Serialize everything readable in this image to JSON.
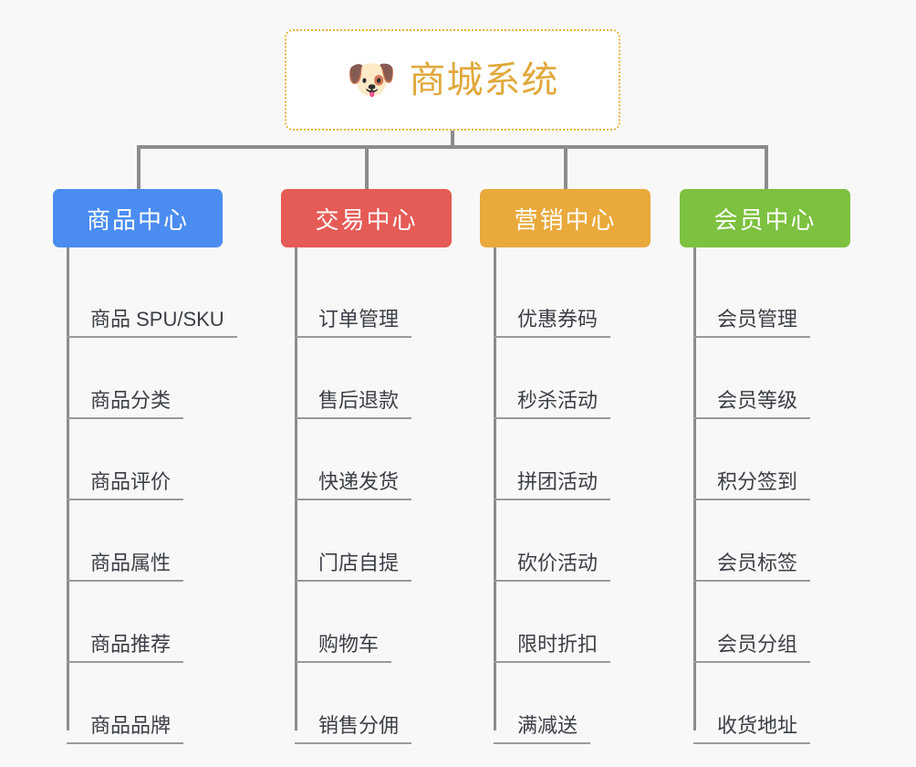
{
  "background_color": "#f8f8f8",
  "root": {
    "icon": "dog-face-emoji",
    "emoji": "🐶",
    "title": "商城系统",
    "border_color": "#e8b33c",
    "text_color": "#e0a93c"
  },
  "connector_color": "#8c8c8c",
  "branches": [
    {
      "label": "商品中心",
      "color": "#4a8cf0",
      "items": [
        "商品 SPU/SKU",
        "商品分类",
        "商品评价",
        "商品属性",
        "商品推荐",
        "商品品牌"
      ]
    },
    {
      "label": "交易中心",
      "color": "#e55b55",
      "items": [
        "订单管理",
        "售后退款",
        "快递发货",
        "门店自提",
        "购物车",
        "销售分佣"
      ]
    },
    {
      "label": "营销中心",
      "color": "#e9a93b",
      "items": [
        "优惠券码",
        "秒杀活动",
        "拼团活动",
        "砍价活动",
        "限时折扣",
        "满减送"
      ]
    },
    {
      "label": "会员中心",
      "color": "#7cc13f",
      "items": [
        "会员管理",
        "会员等级",
        "积分签到",
        "会员标签",
        "会员分组",
        "收货地址"
      ]
    }
  ]
}
